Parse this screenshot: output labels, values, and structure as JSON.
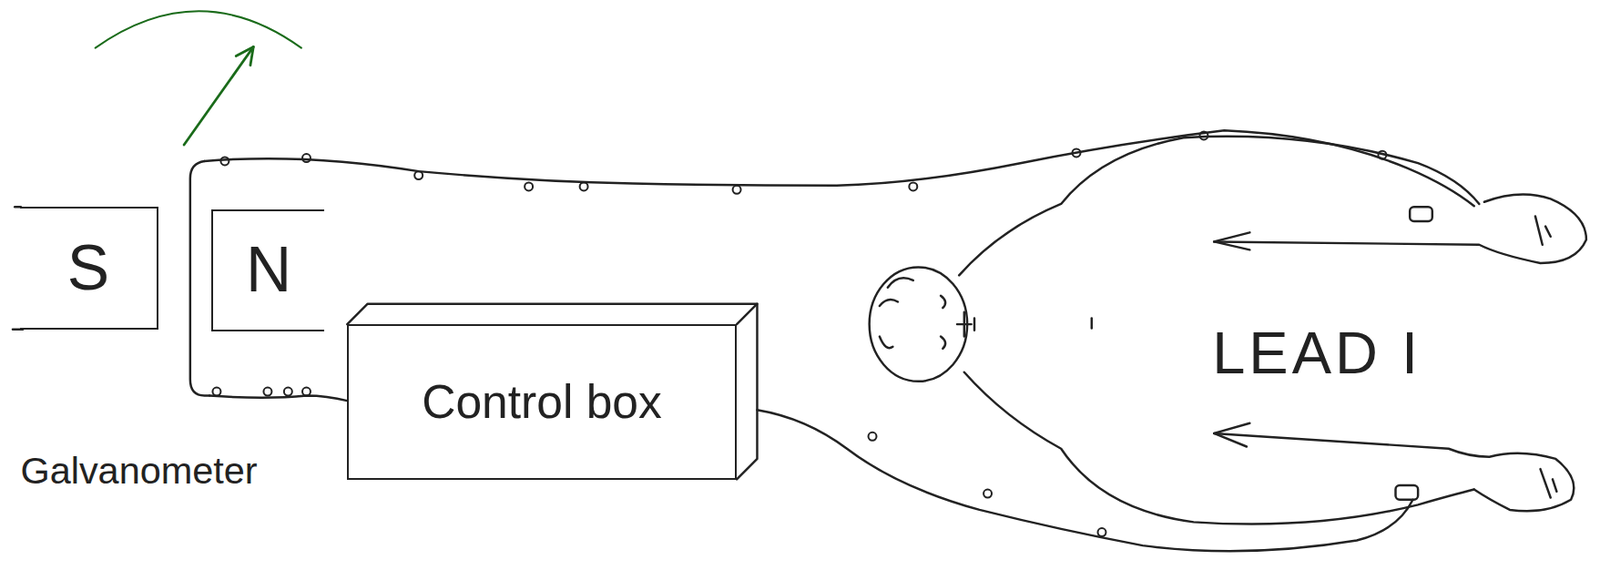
{
  "diagram": {
    "nodes": [
      {
        "text": [
          "S"
        ]
      },
      {
        "text": [
          "N"
        ]
      },
      {
        "text": [
          "Control box"
        ]
      }
    ],
    "labels": [
      "Galvanometer",
      "LEAD I"
    ]
  }
}
